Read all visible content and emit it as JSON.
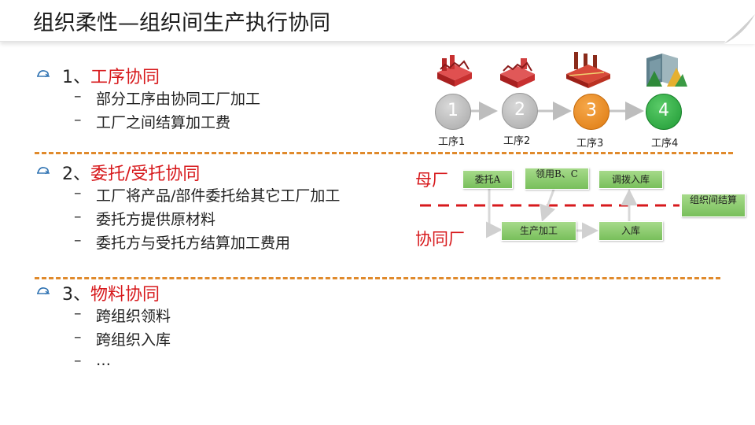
{
  "header": {
    "title": "组织柔性—组织间生产执行协同"
  },
  "sections": [
    {
      "num": "1、",
      "title": "工序协同",
      "items": [
        "部分工序由协同工厂加工",
        "工厂之间结算加工费"
      ]
    },
    {
      "num": "2、",
      "title": "委托/受托协同",
      "items": [
        "工厂将产品/部件委托给其它工厂加工",
        "委托方提供原材料",
        "委托方与受托方结算加工费用"
      ]
    },
    {
      "num": "3、",
      "title": "物料协同",
      "items": [
        "跨组织领料",
        "跨组织入库",
        "…"
      ]
    }
  ],
  "process_steps": [
    {
      "number": "1",
      "label": "工序1",
      "color": "#b9b9b9"
    },
    {
      "number": "2",
      "label": "工序2",
      "color": "#b9b9b9"
    },
    {
      "number": "3",
      "label": "工序3",
      "color": "#e98a1b"
    },
    {
      "number": "4",
      "label": "工序4",
      "color": "#2ea844"
    }
  ],
  "flow": {
    "rows": [
      "母厂",
      "协同厂"
    ],
    "boxes": {
      "entrust": "委托A",
      "requisition": "领用B、C",
      "transfer": "调拨入库",
      "settlement": "组织间结算",
      "production": "生产加工",
      "warehousing": "入库"
    }
  },
  "colors": {
    "accent_red": "#d7191c",
    "divider_orange": "#e08a2c",
    "box_green": "#8ccf6f"
  }
}
